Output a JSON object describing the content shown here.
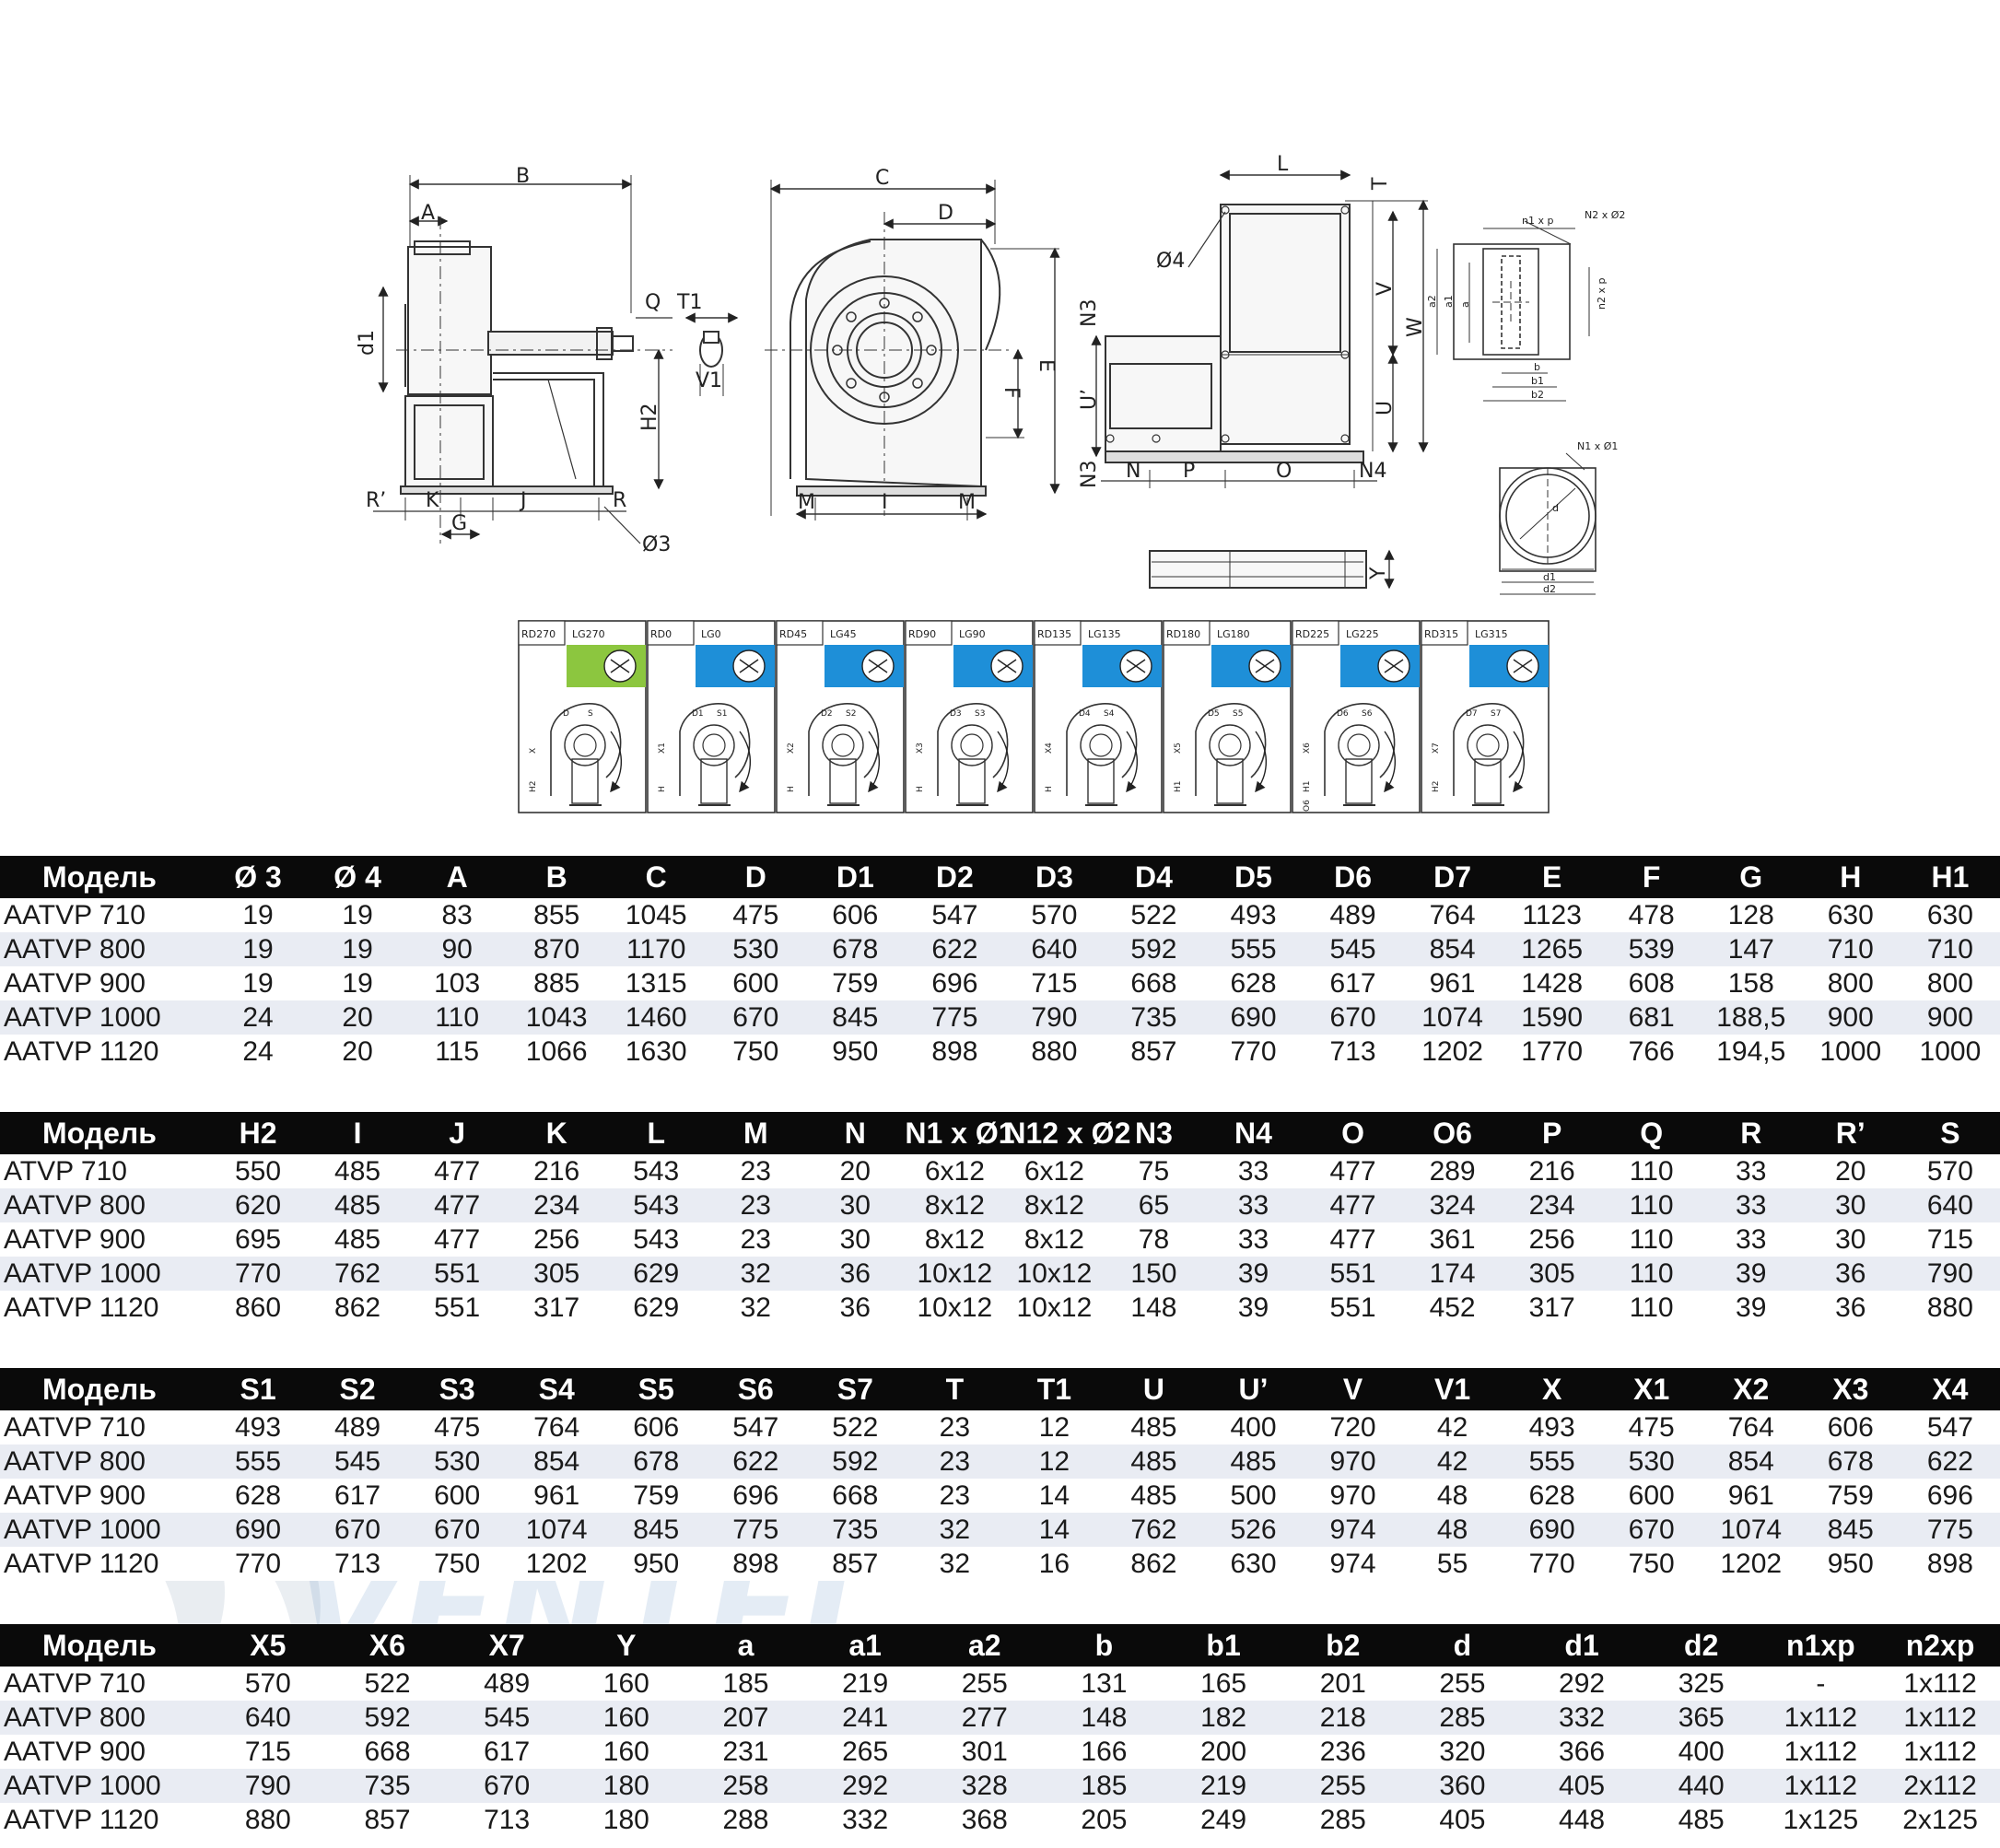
{
  "drawing_labels": {
    "side": [
      "B",
      "A",
      "Q",
      "T1",
      "d1",
      "H2",
      "V1",
      "R’",
      "K",
      "J",
      "R",
      "G",
      "Ø3"
    ],
    "front": [
      "C",
      "D",
      "E",
      "F",
      "M",
      "I",
      "M"
    ],
    "top": [
      "L",
      "T",
      "Ø4",
      "V",
      "W",
      "N3",
      "U’",
      "U",
      "N3",
      "N",
      "P",
      "O",
      "N4",
      "Y"
    ],
    "flange": [
      "n1 x p",
      "N2 x Ø2",
      "a2",
      "a1",
      "a",
      "n2 x p",
      "b",
      "b1",
      "b2"
    ],
    "round_flange": [
      "N1 x Ø1",
      "d",
      "d1",
      "d2"
    ]
  },
  "orientations": [
    {
      "rd": "RD270",
      "lg": "LG270",
      "color": "#8cc63f",
      "labels": [
        "D",
        "S",
        "X",
        "H2"
      ]
    },
    {
      "rd": "RD0",
      "lg": "LG0",
      "color": "#1e8fd8",
      "labels": [
        "D1",
        "S1",
        "X1",
        "H"
      ]
    },
    {
      "rd": "RD45",
      "lg": "LG45",
      "color": "#1e8fd8",
      "labels": [
        "D2",
        "S2",
        "X2",
        "H"
      ]
    },
    {
      "rd": "RD90",
      "lg": "LG90",
      "color": "#1e8fd8",
      "labels": [
        "D3",
        "S3",
        "X3",
        "H"
      ]
    },
    {
      "rd": "RD135",
      "lg": "LG135",
      "color": "#1e8fd8",
      "labels": [
        "D4",
        "S4",
        "X4",
        "H"
      ]
    },
    {
      "rd": "RD180",
      "lg": "LG180",
      "color": "#1e8fd8",
      "labels": [
        "D5",
        "S5",
        "X5",
        "H1"
      ]
    },
    {
      "rd": "RD225",
      "lg": "LG225",
      "color": "#1e8fd8",
      "labels": [
        "D6",
        "S6",
        "X6",
        "H1",
        "O6"
      ]
    },
    {
      "rd": "RD315",
      "lg": "LG315",
      "color": "#1e8fd8",
      "labels": [
        "D7",
        "S7",
        "X7",
        "H2"
      ]
    }
  ],
  "watermark": "VENTEL",
  "tables": [
    {
      "headers": [
        "Модель",
        "Ø 3",
        "Ø 4",
        "A",
        "B",
        "C",
        "D",
        "D1",
        "D2",
        "D3",
        "D4",
        "D5",
        "D6",
        "D7",
        "E",
        "F",
        "G",
        "H",
        "H1"
      ],
      "rows": [
        [
          "AATVP 710",
          "19",
          "19",
          "83",
          "855",
          "1045",
          "475",
          "606",
          "547",
          "570",
          "522",
          "493",
          "489",
          "764",
          "1123",
          "478",
          "128",
          "630",
          "630"
        ],
        [
          "AATVP 800",
          "19",
          "19",
          "90",
          "870",
          "1170",
          "530",
          "678",
          "622",
          "640",
          "592",
          "555",
          "545",
          "854",
          "1265",
          "539",
          "147",
          "710",
          "710"
        ],
        [
          "AATVP 900",
          "19",
          "19",
          "103",
          "885",
          "1315",
          "600",
          "759",
          "696",
          "715",
          "668",
          "628",
          "617",
          "961",
          "1428",
          "608",
          "158",
          "800",
          "800"
        ],
        [
          "AATVP 1000",
          "24",
          "20",
          "110",
          "1043",
          "1460",
          "670",
          "845",
          "775",
          "790",
          "735",
          "690",
          "670",
          "1074",
          "1590",
          "681",
          "188,5",
          "900",
          "900"
        ],
        [
          "AATVP 1120",
          "24",
          "20",
          "115",
          "1066",
          "1630",
          "750",
          "950",
          "898",
          "880",
          "857",
          "770",
          "713",
          "1202",
          "1770",
          "766",
          "194,5",
          "1000",
          "1000"
        ]
      ]
    },
    {
      "headers": [
        "Модель",
        "H2",
        "I",
        "J",
        "K",
        "L",
        "M",
        "N",
        "N1 x Ø1",
        "N12 x Ø2",
        "N3",
        "N4",
        "O",
        "O6",
        "P",
        "Q",
        "R",
        "R’",
        "S"
      ],
      "rows": [
        [
          "ATVP 710",
          "550",
          "485",
          "477",
          "216",
          "543",
          "23",
          "20",
          "6x12",
          "6x12",
          "75",
          "33",
          "477",
          "289",
          "216",
          "110",
          "33",
          "20",
          "570"
        ],
        [
          "AATVP 800",
          "620",
          "485",
          "477",
          "234",
          "543",
          "23",
          "30",
          "8x12",
          "8x12",
          "65",
          "33",
          "477",
          "324",
          "234",
          "110",
          "33",
          "30",
          "640"
        ],
        [
          "AATVP 900",
          "695",
          "485",
          "477",
          "256",
          "543",
          "23",
          "30",
          "8x12",
          "8x12",
          "78",
          "33",
          "477",
          "361",
          "256",
          "110",
          "33",
          "30",
          "715"
        ],
        [
          "AATVP 1000",
          "770",
          "762",
          "551",
          "305",
          "629",
          "32",
          "36",
          "10x12",
          "10x12",
          "150",
          "39",
          "551",
          "174",
          "305",
          "110",
          "39",
          "36",
          "790"
        ],
        [
          "AATVP 1120",
          "860",
          "862",
          "551",
          "317",
          "629",
          "32",
          "36",
          "10x12",
          "10x12",
          "148",
          "39",
          "551",
          "452",
          "317",
          "110",
          "39",
          "36",
          "880"
        ]
      ]
    },
    {
      "headers": [
        "Модель",
        "S1",
        "S2",
        "S3",
        "S4",
        "S5",
        "S6",
        "S7",
        "T",
        "T1",
        "U",
        "U’",
        "V",
        "V1",
        "X",
        "X1",
        "X2",
        "X3",
        "X4"
      ],
      "rows": [
        [
          "AATVP 710",
          "493",
          "489",
          "475",
          "764",
          "606",
          "547",
          "522",
          "23",
          "12",
          "485",
          "400",
          "720",
          "42",
          "493",
          "475",
          "764",
          "606",
          "547"
        ],
        [
          "AATVP 800",
          "555",
          "545",
          "530",
          "854",
          "678",
          "622",
          "592",
          "23",
          "12",
          "485",
          "485",
          "970",
          "42",
          "555",
          "530",
          "854",
          "678",
          "622"
        ],
        [
          "AATVP 900",
          "628",
          "617",
          "600",
          "961",
          "759",
          "696",
          "668",
          "23",
          "14",
          "485",
          "500",
          "970",
          "48",
          "628",
          "600",
          "961",
          "759",
          "696"
        ],
        [
          "AATVP 1000",
          "690",
          "670",
          "670",
          "1074",
          "845",
          "775",
          "735",
          "32",
          "14",
          "762",
          "526",
          "974",
          "48",
          "690",
          "670",
          "1074",
          "845",
          "775"
        ],
        [
          "AATVP 1120",
          "770",
          "713",
          "750",
          "1202",
          "950",
          "898",
          "857",
          "32",
          "16",
          "862",
          "630",
          "974",
          "55",
          "770",
          "750",
          "1202",
          "950",
          "898"
        ]
      ]
    },
    {
      "headers": [
        "Модель",
        "X5",
        "X6",
        "X7",
        "Y",
        "a",
        "a1",
        "a2",
        "b",
        "b1",
        "b2",
        "d",
        "d1",
        "d2",
        "n1xp",
        "n2xp"
      ],
      "rows": [
        [
          "AATVP 710",
          "570",
          "522",
          "489",
          "160",
          "185",
          "219",
          "255",
          "131",
          "165",
          "201",
          "255",
          "292",
          "325",
          "-",
          "1x112"
        ],
        [
          "AATVP 800",
          "640",
          "592",
          "545",
          "160",
          "207",
          "241",
          "277",
          "148",
          "182",
          "218",
          "285",
          "332",
          "365",
          "1x112",
          "1x112"
        ],
        [
          "AATVP 900",
          "715",
          "668",
          "617",
          "160",
          "231",
          "265",
          "301",
          "166",
          "200",
          "236",
          "320",
          "366",
          "400",
          "1x112",
          "1x112"
        ],
        [
          "AATVP 1000",
          "790",
          "735",
          "670",
          "180",
          "258",
          "292",
          "328",
          "185",
          "219",
          "255",
          "360",
          "405",
          "440",
          "1x112",
          "2x112"
        ],
        [
          "AATVP 1120",
          "880",
          "857",
          "713",
          "180",
          "288",
          "332",
          "368",
          "205",
          "249",
          "285",
          "405",
          "448",
          "485",
          "1x125",
          "2x125"
        ]
      ]
    }
  ]
}
